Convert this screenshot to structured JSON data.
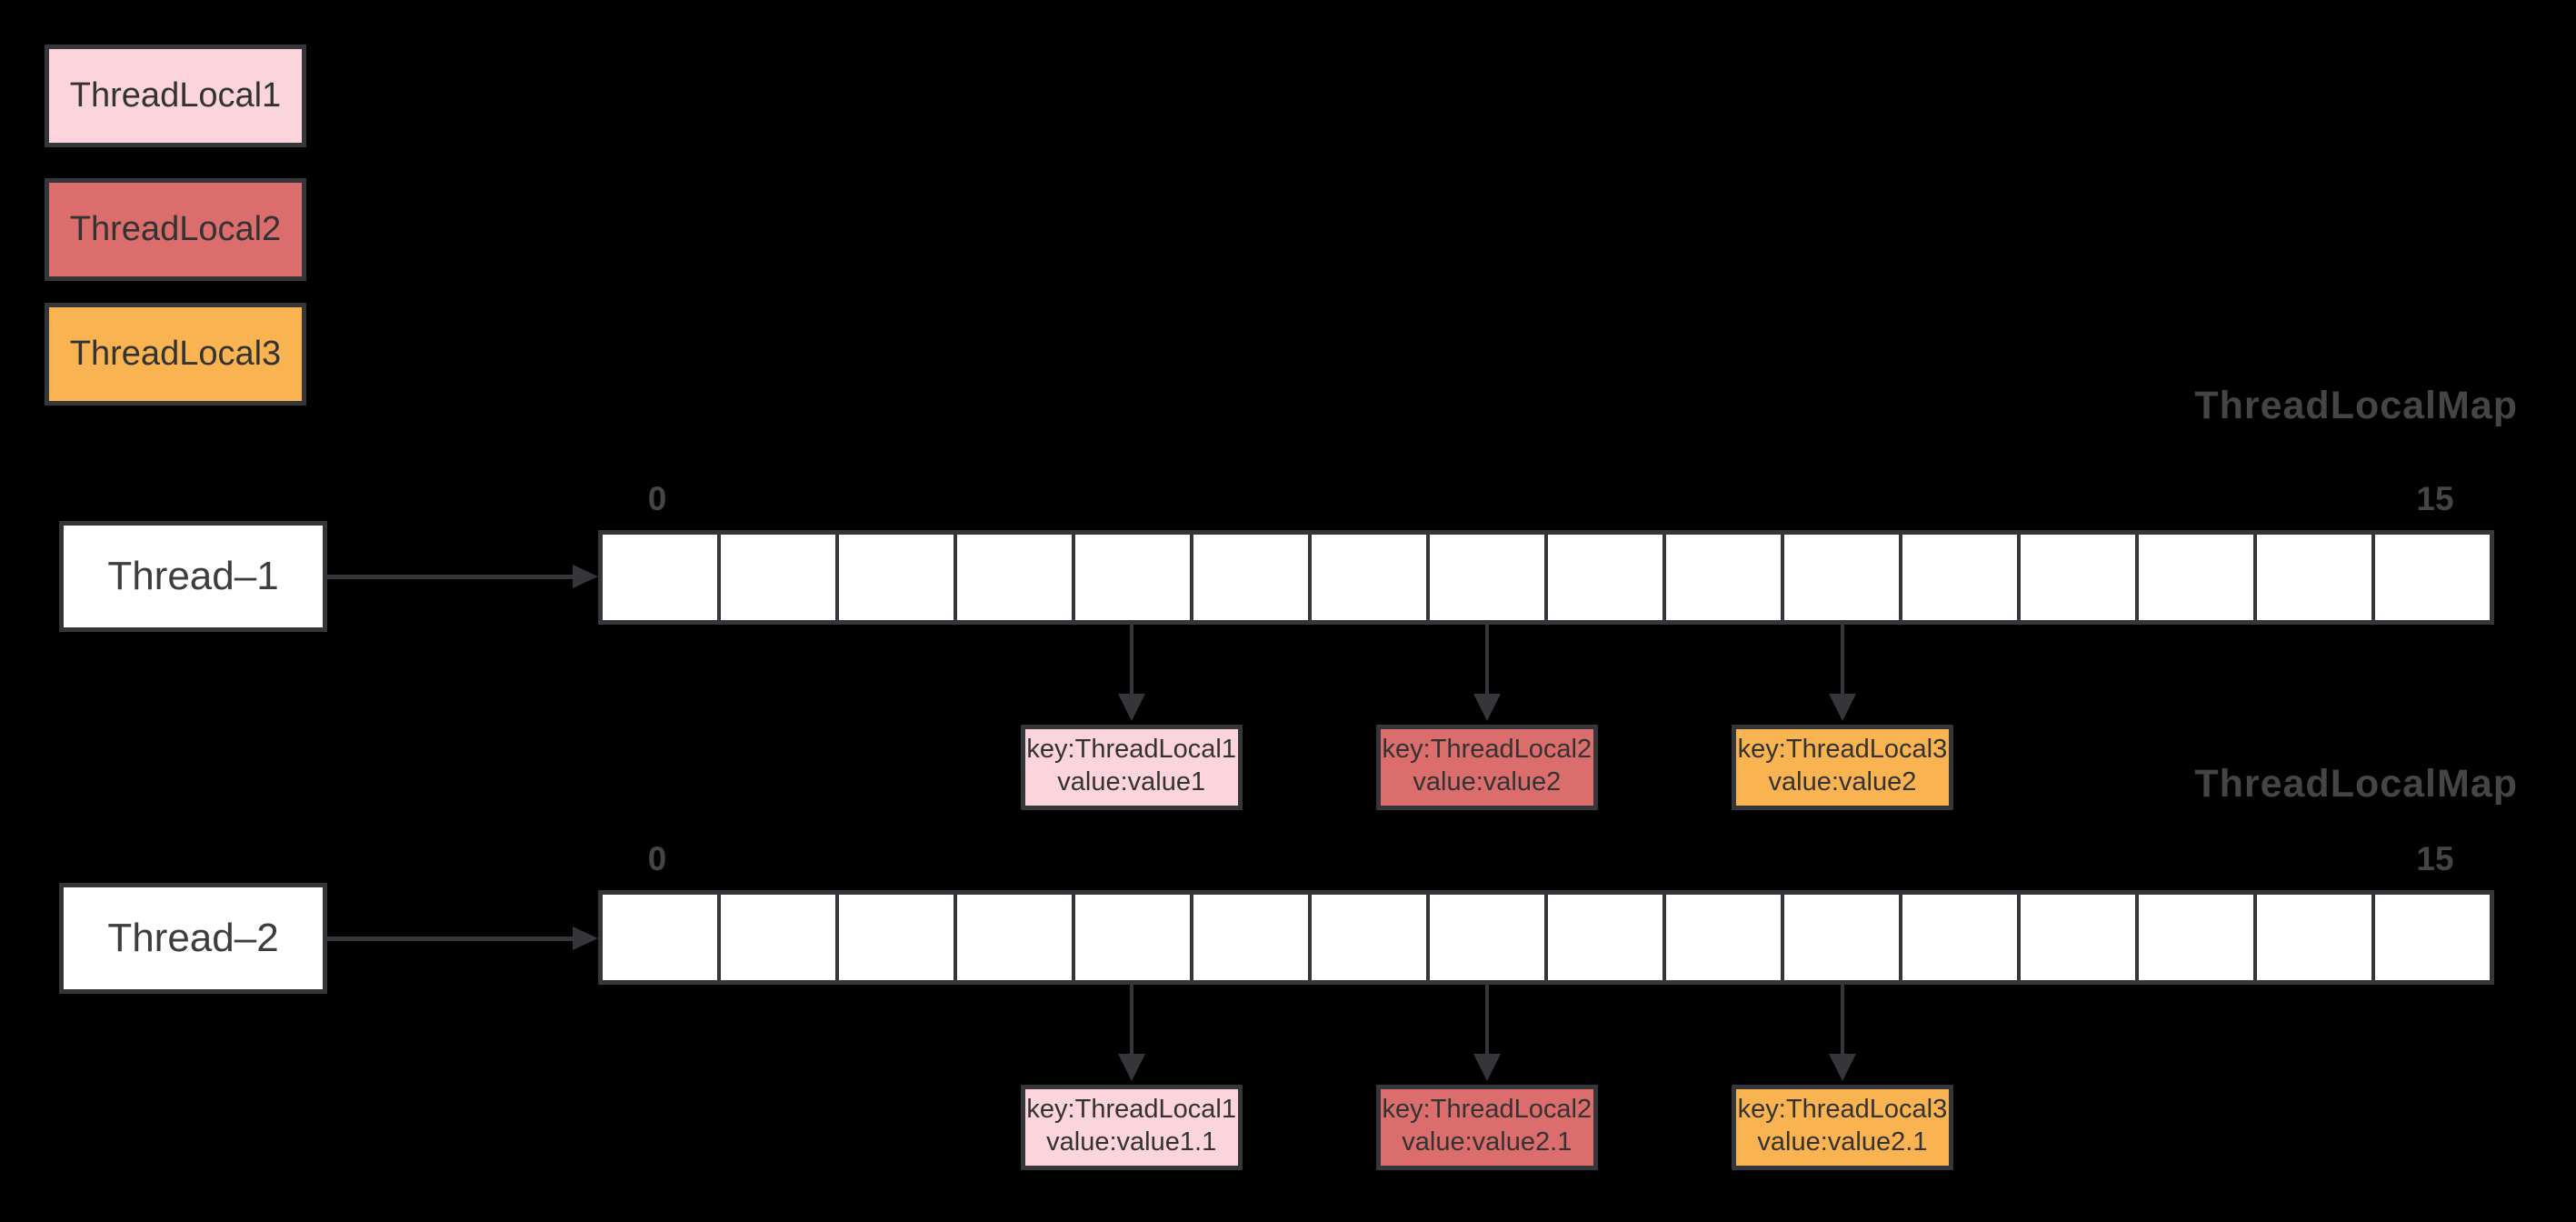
{
  "colors": {
    "background": "#000000",
    "stroke": "#35363a",
    "muted": "#454545",
    "text_dark": "#333333",
    "white": "#ffffff",
    "pink": "#fbd5db",
    "red": "#db6d6d",
    "orange": "#f9b350"
  },
  "legend": [
    {
      "label": "ThreadLocal1",
      "color": "pink"
    },
    {
      "label": "ThreadLocal2",
      "color": "red"
    },
    {
      "label": "ThreadLocal3",
      "color": "orange"
    }
  ],
  "maps": [
    {
      "title": "ThreadLocalMap",
      "thread": "Thread–1",
      "first_index": "0",
      "last_index": "15",
      "slot_count": 16,
      "entries": [
        {
          "slot": 4,
          "key": "key:ThreadLocal1",
          "value": "value:value1",
          "color": "pink"
        },
        {
          "slot": 7,
          "key": "key:ThreadLocal2",
          "value": "value:value2",
          "color": "red"
        },
        {
          "slot": 10,
          "key": "key:ThreadLocal3",
          "value": "value:value2",
          "color": "orange"
        }
      ]
    },
    {
      "title": "ThreadLocalMap",
      "thread": "Thread–2",
      "first_index": "0",
      "last_index": "15",
      "slot_count": 16,
      "entries": [
        {
          "slot": 4,
          "key": "key:ThreadLocal1",
          "value": "value:value1.1",
          "color": "pink"
        },
        {
          "slot": 7,
          "key": "key:ThreadLocal2",
          "value": "value:value2.1",
          "color": "red"
        },
        {
          "slot": 10,
          "key": "key:ThreadLocal3",
          "value": "value:value2.1",
          "color": "orange"
        }
      ]
    }
  ]
}
